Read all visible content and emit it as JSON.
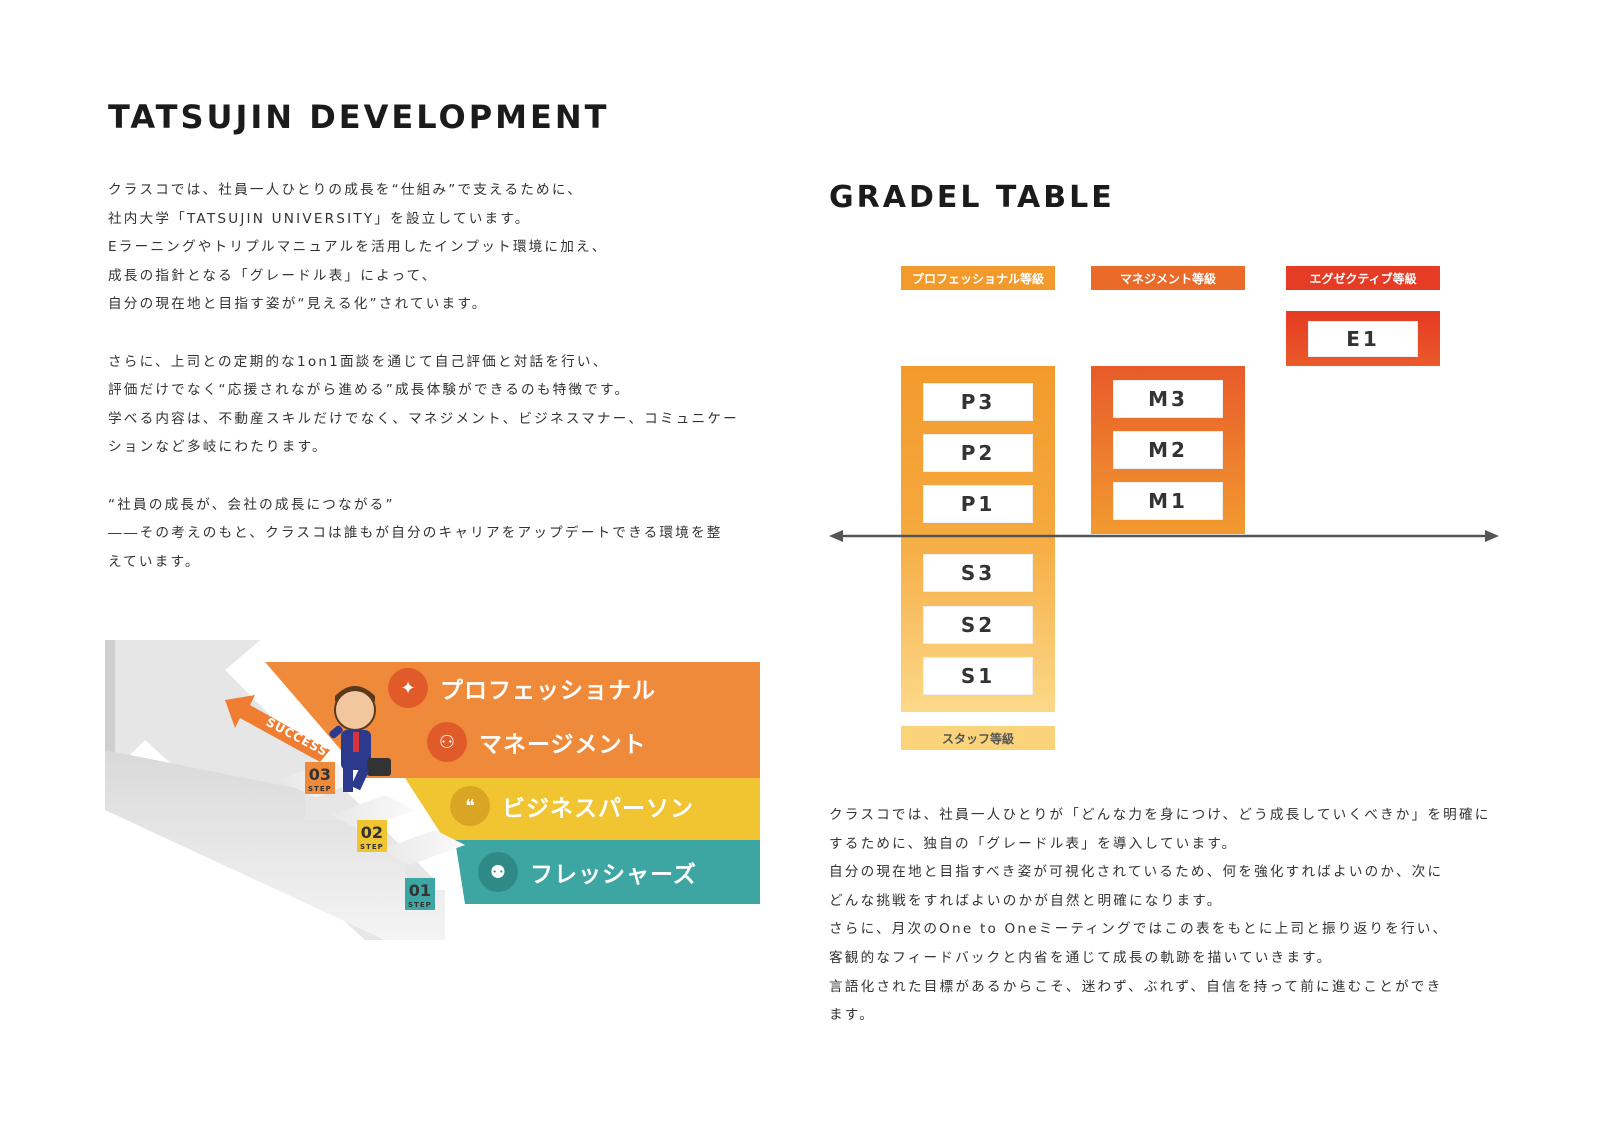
{
  "page": {
    "title": "TATSUJIN DEVELOPMENT",
    "intro_lines": [
      "クラスコでは、社員一人ひとりの成長を“仕組み”で支えるために、",
      "社内大学「TATSUJIN UNIVERSITY」を設立しています。",
      "Eラーニングやトリプルマニュアルを活用したインプット環境に加え、",
      "成長の指針となる「グレードル表」によって、",
      "自分の現在地と目指す姿が“見える化”されています。",
      "",
      "さらに、上司との定期的な1on1面談を通じて自己評価と対話を行い、",
      "評価だけでなく“応援されながら進める”成長体験ができるのも特徴です。",
      "学べる内容は、不動産スキルだけでなく、マネジメント、ビジネスマナー、コミュニケー",
      "ションなど多岐にわたります。",
      "",
      "“社員の成長が、会社の成長につながる”",
      "――その考えのもと、クラスコは誰もが自分のキャリアをアップデートできる環境を整",
      "えています。"
    ]
  },
  "stairs": {
    "arrow_text": "SUCCESS",
    "bands": [
      {
        "label": "プロフェッショナル",
        "icon": "person-star-icon",
        "color": "#ef8a3b"
      },
      {
        "label": "マネージメント",
        "icon": "team-icon",
        "color": "#ef8a3b"
      },
      {
        "label": "ビジネスパーソン",
        "icon": "speech-bubbles-icon",
        "color": "#f1c431"
      },
      {
        "label": "フレッシャーズ",
        "icon": "people-icon",
        "color": "#3ea6a2"
      }
    ],
    "steps": [
      {
        "num": "03",
        "word": "STEP"
      },
      {
        "num": "02",
        "word": "STEP"
      },
      {
        "num": "01",
        "word": "STEP"
      }
    ]
  },
  "grade_table": {
    "title": "GRADEL TABLE",
    "tiers": {
      "professional": "プロフェッショナル等級",
      "management": "マネジメント等級",
      "executive": "エグゼクティブ等級",
      "staff": "スタッフ等級"
    },
    "professional_grades": [
      "P3",
      "P2",
      "P1"
    ],
    "staff_grades": [
      "S3",
      "S2",
      "S1"
    ],
    "management_grades": [
      "M3",
      "M2",
      "M1"
    ],
    "executive_grades": [
      "E1"
    ],
    "colors": {
      "orange": "#f39a2d",
      "deep_orange": "#ea6a2a",
      "red": "#e63b24",
      "light_yellow": "#fbd37a",
      "axis": "#555555"
    },
    "description_lines": [
      "クラスコでは、社員一人ひとりが「どんな力を身につけ、どう成長していくべきか」を明確に",
      "するために、独自の「グレードル表」を導入しています。",
      "自分の現在地と目指すべき姿が可視化されているため、何を強化すればよいのか、次に",
      "どんな挑戦をすればよいのかが自然と明確になります。",
      "さらに、月次のOne to Oneミーティングではこの表をもとに上司と振り返りを行い、",
      "客観的なフィードバックと内省を通じて成長の軌跡を描いていきます。",
      "言語化された目標があるからこそ、迷わず、ぶれず、自信を持って前に進むことができ",
      "ます。"
    ]
  }
}
